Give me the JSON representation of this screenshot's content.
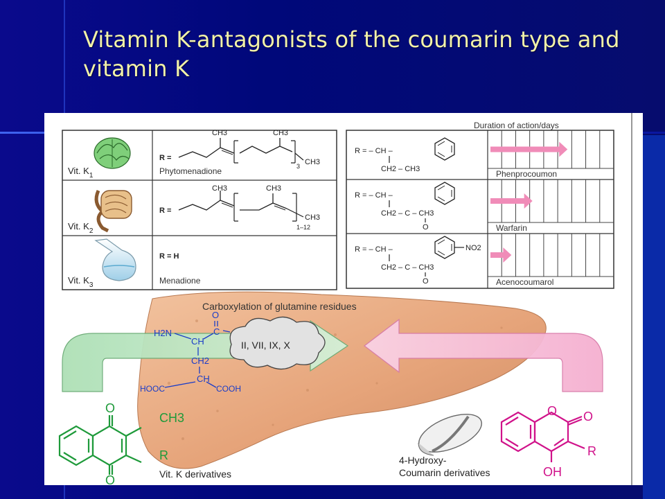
{
  "slide": {
    "title": "Vitamin K-antagonists of the coumarin type and vitamin K"
  },
  "left_table": {
    "rows": [
      {
        "label_base": "Vit. K",
        "label_sub": "1",
        "r_prefix": "R =",
        "compound": "Phytomenadione",
        "ch3_a": "CH3",
        "ch3_b": "CH3",
        "ch3_end": "CH3",
        "repeat": "3"
      },
      {
        "label_base": "Vit. K",
        "label_sub": "2",
        "r_prefix": "R =",
        "compound": "",
        "ch3_a": "CH3",
        "ch3_b": "CH3",
        "ch3_end": "CH3",
        "repeat": "1–12"
      },
      {
        "label_base": "Vit. K",
        "label_sub": "3",
        "r_prefix": "R = H",
        "compound": "Menadione"
      }
    ]
  },
  "right_table": {
    "header": "Duration of action/days",
    "rows": [
      {
        "name": "Phenprocoumon",
        "duration_cells": 5.5,
        "r_text": "R = – CH –",
        "sub1": "CH2 – CH3",
        "sub2": ""
      },
      {
        "name": "Warfarin",
        "duration_cells": 3,
        "r_text": "R = – CH –",
        "sub1": "CH2 – C – CH3",
        "sub2": "O"
      },
      {
        "name": "Acenocoumarol",
        "duration_cells": 1.5,
        "r_text": "R = – CH –",
        "sub1": "CH2 – C – CH3",
        "sub2": "O",
        "substituent": "NO2"
      }
    ],
    "grid_cells": 9
  },
  "center": {
    "process_label": "Carboxylation of glutamine residues",
    "factors": "II, VII, IX, X",
    "structure": {
      "amine": "H2N",
      "alpha": "CH",
      "carbonyl_c": "C",
      "carbonyl_o": "O",
      "ch2": "CH2",
      "gamma": "CH",
      "left_acid": "HOOC",
      "right_acid": "COOH"
    }
  },
  "bottom_left": {
    "caption": "Vit. K derivatives",
    "o_top": "O",
    "o_bottom": "O",
    "methyl": "CH3",
    "r": "R"
  },
  "bottom_right": {
    "caption_line1": "4-Hydroxy-",
    "caption_line2": "Coumarin derivatives",
    "o_ring": "O",
    "o_carbonyl": "O",
    "oh": "OH",
    "r": "R"
  },
  "colors": {
    "background": "#000a78",
    "title": "#f2f2a8",
    "green_arrow": "#bfe6c4",
    "pink_arrow": "#f5b8d6",
    "liver": "#e8a87c",
    "molecule_blue": "#1a3cc8",
    "molecule_green": "#1e9a3a",
    "molecule_magenta": "#d0128a",
    "duration_arrow": "#f08cb8"
  }
}
